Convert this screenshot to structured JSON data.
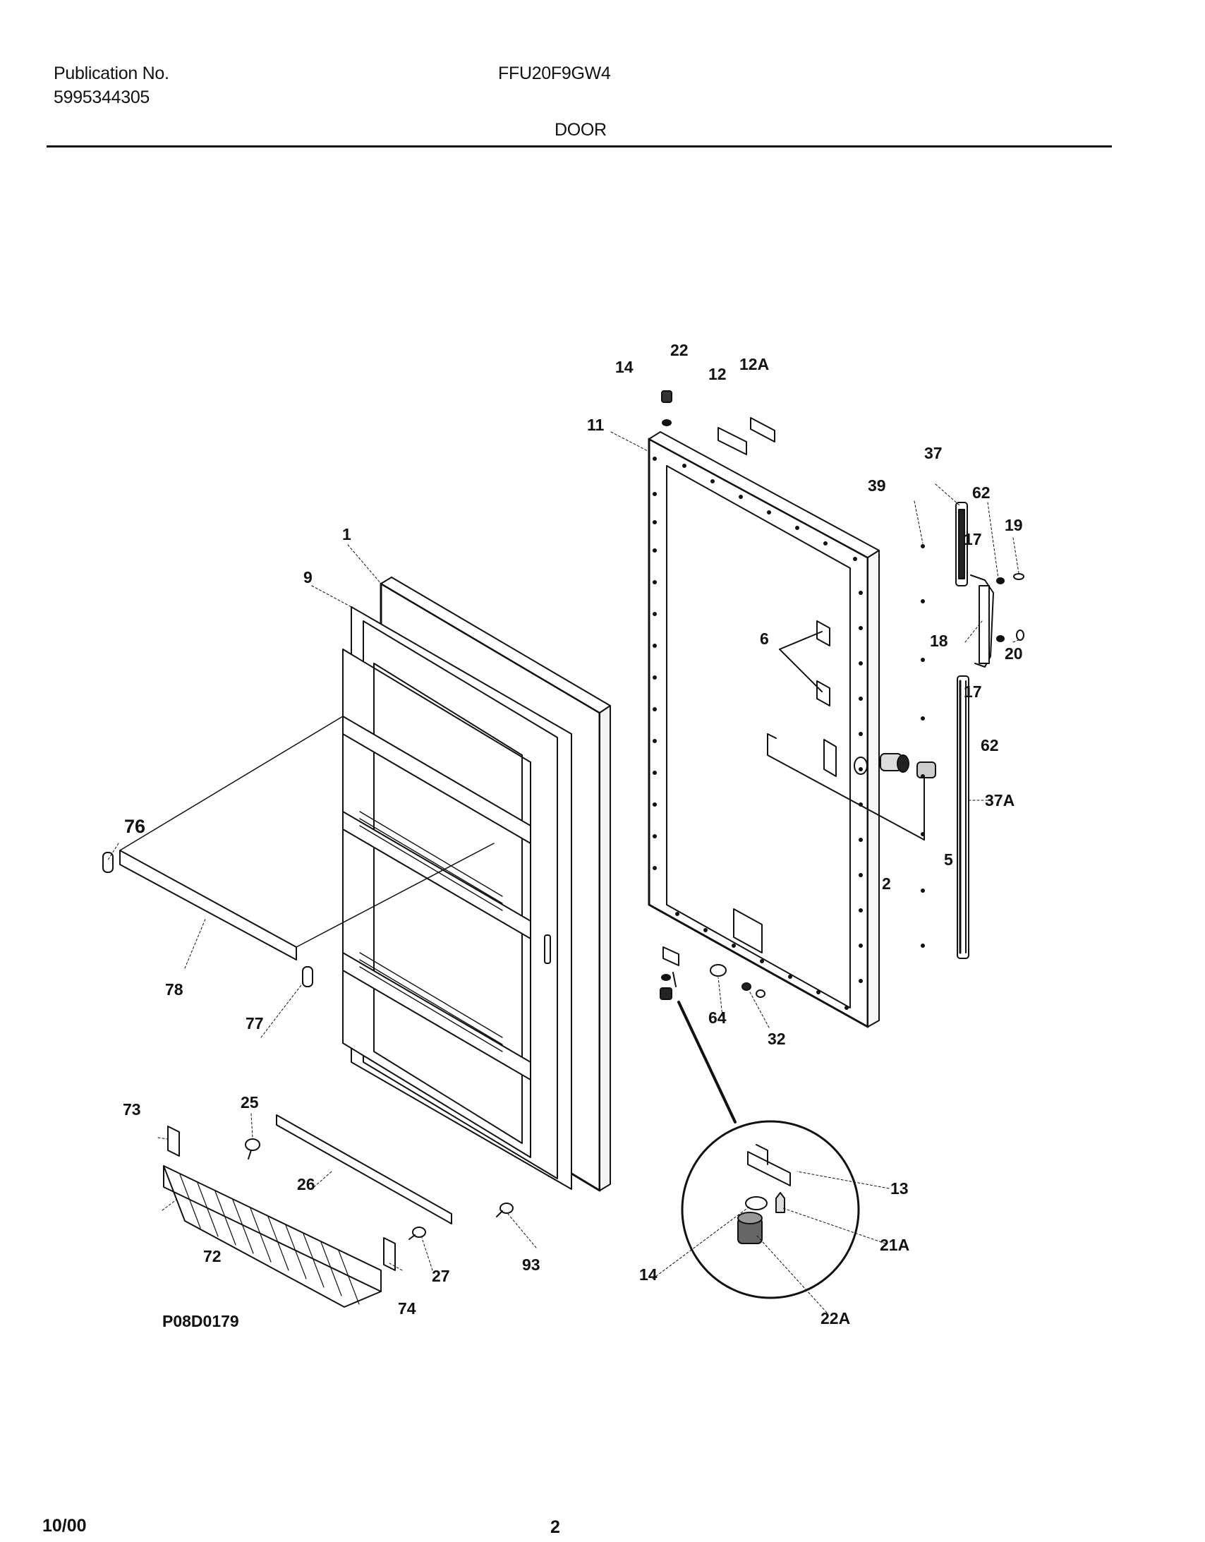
{
  "header": {
    "publication_label": "Publication No.",
    "publication_number": "5995344305",
    "model": "FFU20F9GW4",
    "section_title": "DOOR"
  },
  "diagram": {
    "reference_code": "P08D0179",
    "callouts": [
      "1",
      "2",
      "5",
      "6",
      "9",
      "11",
      "12",
      "12A",
      "13",
      "14",
      "14",
      "17",
      "17",
      "18",
      "19",
      "20",
      "21A",
      "22",
      "22A",
      "25",
      "26",
      "27",
      "32",
      "37",
      "37A",
      "39",
      "62",
      "62",
      "64",
      "72",
      "73",
      "74",
      "76",
      "77",
      "78",
      "93"
    ]
  },
  "footer": {
    "date": "10/00",
    "page_number": "2"
  }
}
